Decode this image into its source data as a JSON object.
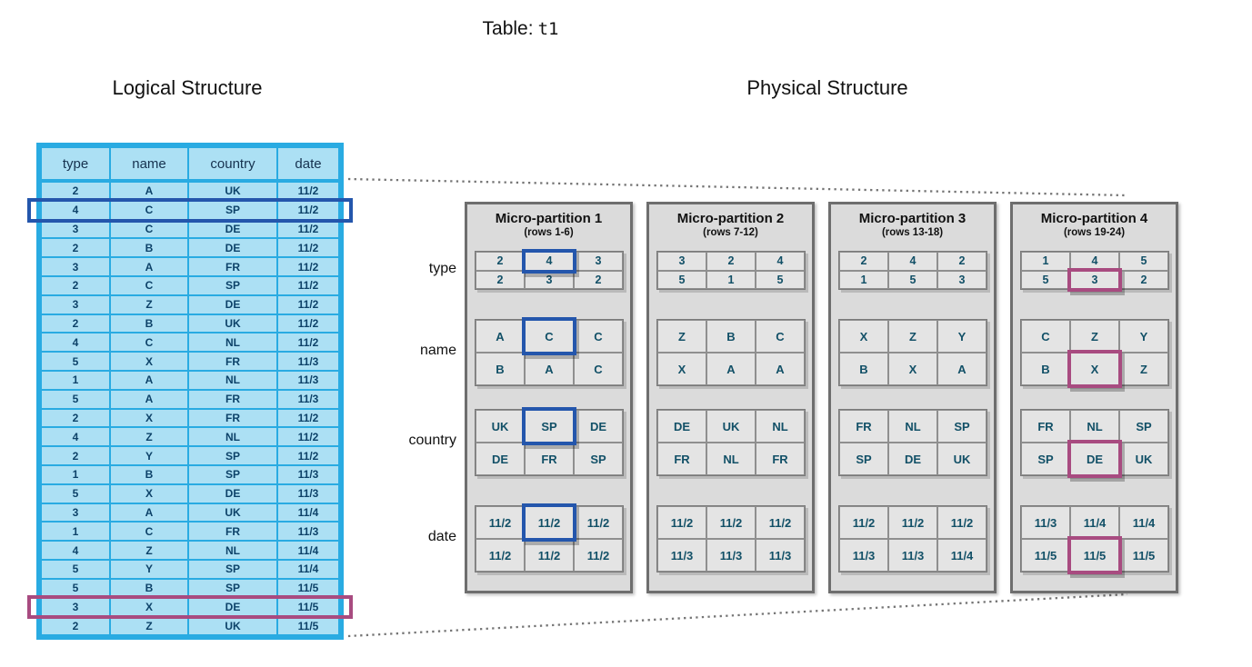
{
  "title": {
    "label": "Table:",
    "table_name": "t1"
  },
  "headings": {
    "logical": "Logical Structure",
    "physical": "Physical Structure"
  },
  "logical_table": {
    "columns": [
      "type",
      "name",
      "country",
      "date"
    ],
    "rows": [
      [
        "2",
        "A",
        "UK",
        "11/2"
      ],
      [
        "4",
        "C",
        "SP",
        "11/2"
      ],
      [
        "3",
        "C",
        "DE",
        "11/2"
      ],
      [
        "2",
        "B",
        "DE",
        "11/2"
      ],
      [
        "3",
        "A",
        "FR",
        "11/2"
      ],
      [
        "2",
        "C",
        "SP",
        "11/2"
      ],
      [
        "3",
        "Z",
        "DE",
        "11/2"
      ],
      [
        "2",
        "B",
        "UK",
        "11/2"
      ],
      [
        "4",
        "C",
        "NL",
        "11/2"
      ],
      [
        "5",
        "X",
        "FR",
        "11/3"
      ],
      [
        "1",
        "A",
        "NL",
        "11/3"
      ],
      [
        "5",
        "A",
        "FR",
        "11/3"
      ],
      [
        "2",
        "X",
        "FR",
        "11/2"
      ],
      [
        "4",
        "Z",
        "NL",
        "11/2"
      ],
      [
        "2",
        "Y",
        "SP",
        "11/2"
      ],
      [
        "1",
        "B",
        "SP",
        "11/3"
      ],
      [
        "5",
        "X",
        "DE",
        "11/3"
      ],
      [
        "3",
        "A",
        "UK",
        "11/4"
      ],
      [
        "1",
        "C",
        "FR",
        "11/3"
      ],
      [
        "4",
        "Z",
        "NL",
        "11/4"
      ],
      [
        "5",
        "Y",
        "SP",
        "11/4"
      ],
      [
        "5",
        "B",
        "SP",
        "11/5"
      ],
      [
        "3",
        "X",
        "DE",
        "11/5"
      ],
      [
        "2",
        "Z",
        "UK",
        "11/5"
      ]
    ],
    "blue_highlight_row": 2,
    "purple_highlight_row": 23
  },
  "physical": {
    "row_labels": [
      "type",
      "name",
      "country",
      "date"
    ],
    "partitions": [
      {
        "title": "Micro-partition 1",
        "subtitle": "(rows 1-6)",
        "groups": {
          "type": [
            [
              "2",
              "4",
              "3"
            ],
            [
              "2",
              "3",
              "2"
            ]
          ],
          "name": [
            [
              "A",
              "C",
              "C"
            ],
            [
              "B",
              "A",
              "C"
            ]
          ],
          "country": [
            [
              "UK",
              "SP",
              "DE"
            ],
            [
              "DE",
              "FR",
              "SP"
            ]
          ],
          "date": [
            [
              "11/2",
              "11/2",
              "11/2"
            ],
            [
              "11/2",
              "11/2",
              "11/2"
            ]
          ]
        },
        "highlight": {
          "color_name": "blue",
          "hex": "#2456AC",
          "row": 0,
          "col": 1
        }
      },
      {
        "title": "Micro-partition 2",
        "subtitle": "(rows 7-12)",
        "groups": {
          "type": [
            [
              "3",
              "2",
              "4"
            ],
            [
              "5",
              "1",
              "5"
            ]
          ],
          "name": [
            [
              "Z",
              "B",
              "C"
            ],
            [
              "X",
              "A",
              "A"
            ]
          ],
          "country": [
            [
              "DE",
              "UK",
              "NL"
            ],
            [
              "FR",
              "NL",
              "FR"
            ]
          ],
          "date": [
            [
              "11/2",
              "11/2",
              "11/2"
            ],
            [
              "11/3",
              "11/3",
              "11/3"
            ]
          ]
        },
        "highlight": null
      },
      {
        "title": "Micro-partition 3",
        "subtitle": "(rows 13-18)",
        "groups": {
          "type": [
            [
              "2",
              "4",
              "2"
            ],
            [
              "1",
              "5",
              "3"
            ]
          ],
          "name": [
            [
              "X",
              "Z",
              "Y"
            ],
            [
              "B",
              "X",
              "A"
            ]
          ],
          "country": [
            [
              "FR",
              "NL",
              "SP"
            ],
            [
              "SP",
              "DE",
              "UK"
            ]
          ],
          "date": [
            [
              "11/2",
              "11/2",
              "11/2"
            ],
            [
              "11/3",
              "11/3",
              "11/4"
            ]
          ]
        },
        "highlight": null
      },
      {
        "title": "Micro-partition 4",
        "subtitle": "(rows 19-24)",
        "groups": {
          "type": [
            [
              "1",
              "4",
              "5"
            ],
            [
              "5",
              "3",
              "2"
            ]
          ],
          "name": [
            [
              "C",
              "Z",
              "Y"
            ],
            [
              "B",
              "X",
              "Z"
            ]
          ],
          "country": [
            [
              "FR",
              "NL",
              "SP"
            ],
            [
              "SP",
              "DE",
              "UK"
            ]
          ],
          "date": [
            [
              "11/3",
              "11/4",
              "11/4"
            ],
            [
              "11/5",
              "11/5",
              "11/5"
            ]
          ]
        },
        "highlight": {
          "color_name": "purple",
          "hex": "#A84B80",
          "row": 1,
          "col": 1
        }
      }
    ]
  },
  "colors": {
    "table_border": "#29ABE2",
    "table_cell_fill": "#ACE0F4",
    "table_text": "#0D4269",
    "partition_fill": "#DBDBDB",
    "partition_border": "#6E6E6E",
    "partition_cell_fill": "#E4E4E4",
    "partition_text": "#125067",
    "blue_highlight": "#2456AC",
    "purple_highlight": "#A84B80",
    "dotted_line": "#757575"
  }
}
